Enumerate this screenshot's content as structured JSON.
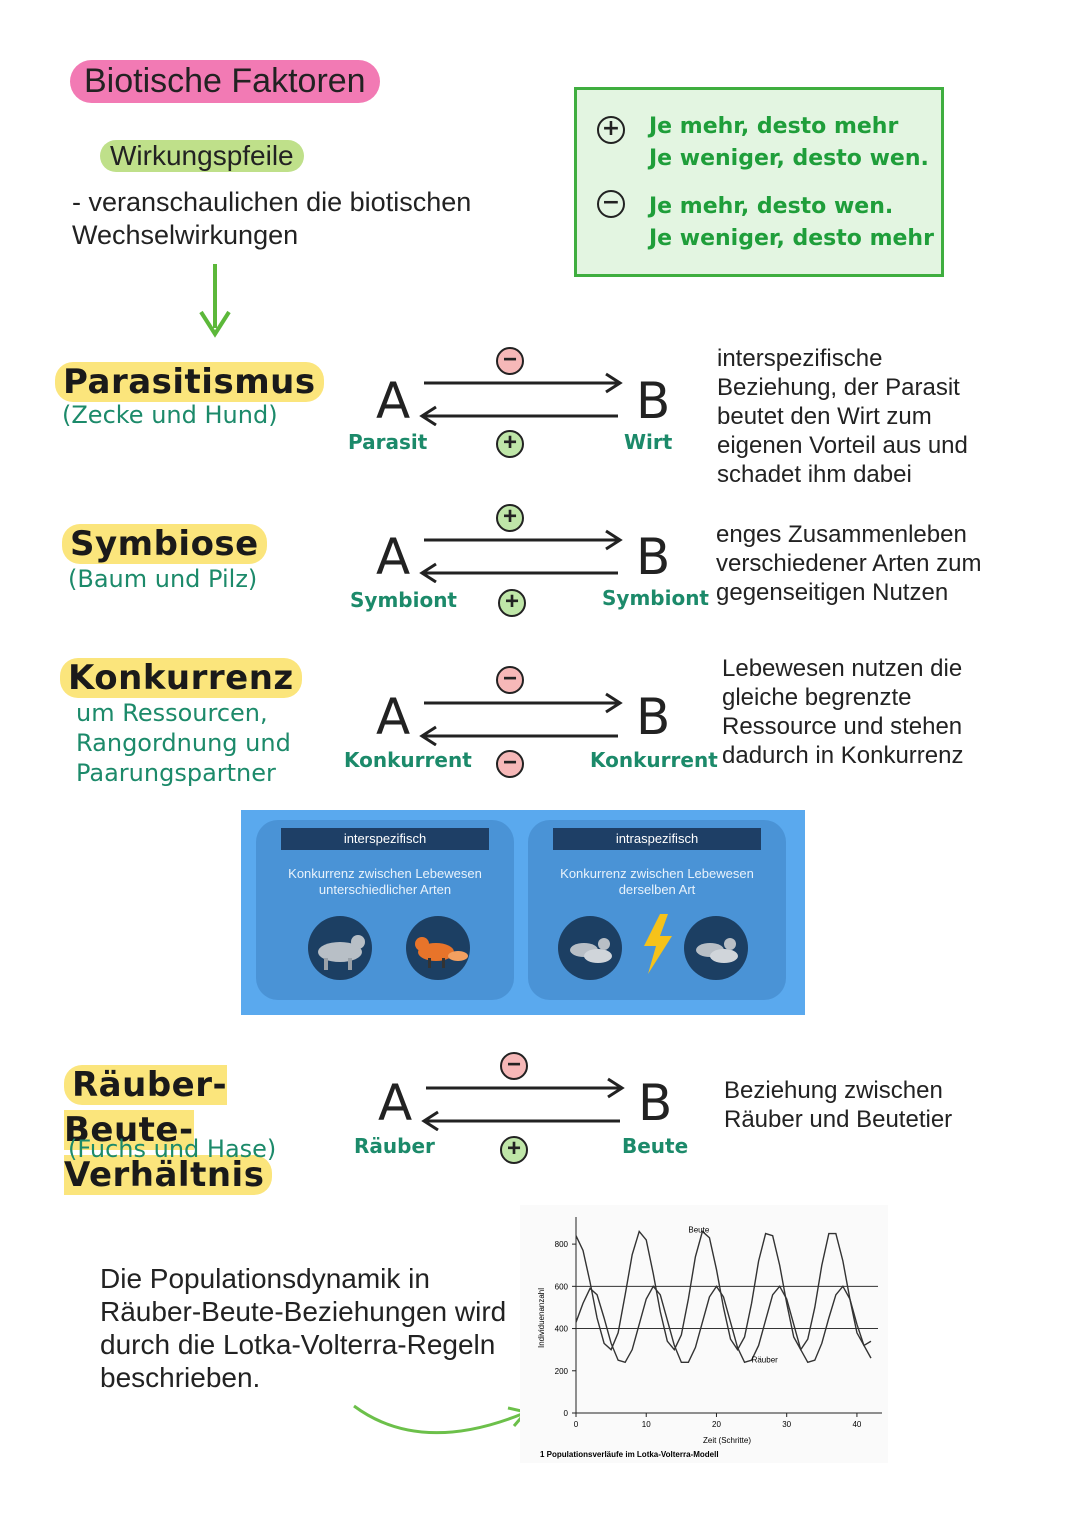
{
  "header": {
    "title": "Biotische Faktoren",
    "subtitle": "Wirkungspfeile",
    "intro": "- veranschaulichen die biotischen Wechselwirkungen"
  },
  "legend": {
    "plus_line1": "Je mehr, desto mehr",
    "plus_line2": "Je weniger, desto wen.",
    "minus_line1": "Je mehr, desto wen.",
    "minus_line2": "Je weniger, desto mehr"
  },
  "relations": [
    {
      "name": "Parasitismus",
      "example": "(Zecke und Hund)",
      "a_role": "Parasit",
      "b_role": "Wirt",
      "top_sign": "−",
      "bottom_sign": "+",
      "description": "interspezifische Beziehung, der Parasit beutet den Wirt zum eigenen Vorteil aus und schadet ihm dabei"
    },
    {
      "name": "Symbiose",
      "example": "(Baum und Pilz)",
      "a_role": "Symbiont",
      "b_role": "Symbiont",
      "top_sign": "+",
      "bottom_sign": "+",
      "description": "enges Zusammenleben verschiedener Arten zum gegenseitigen Nutzen"
    },
    {
      "name": "Konkurrenz",
      "example": "um Ressourcen, Rangordnung und Paarungspartner",
      "a_role": "Konkurrent",
      "b_role": "Konkurrent",
      "top_sign": "−",
      "bottom_sign": "−",
      "description": "Lebewesen nutzen die gleiche begrenzte Ressource und stehen dadurch in Konkurrenz"
    },
    {
      "name": "Räuber-Beute-Verhältnis",
      "example": "(Fuchs und Hase)",
      "a_role": "Räuber",
      "b_role": "Beute",
      "top_sign": "−",
      "bottom_sign": "+",
      "description": "Beziehung zwischen Räuber und Beutetier"
    }
  ],
  "letters": {
    "a": "A",
    "b": "B"
  },
  "competition_panel": {
    "inter_tag": "interspezifisch",
    "inter_text": "Konkurrenz zwischen Lebewesen unterschiedlicher Arten",
    "intra_tag": "intraspezifisch",
    "intra_text": "Konkurrenz zwischen Lebewesen derselben Art"
  },
  "bottom_text": "Die Populationsdynamik in Räuber-Beute-Beziehungen wird durch die Lotka-Volterra-Regeln beschrieben.",
  "chart_data": {
    "type": "line",
    "title": "",
    "xlabel": "Zeit (Schritte)",
    "ylabel": "Individuenanzahl",
    "caption": "1 Populationsverläufe im Lotka-Volterra-Modell",
    "xlim": [
      0,
      43
    ],
    "ylim": [
      0,
      900
    ],
    "xticks": [
      "0",
      "10",
      "20",
      "30",
      "40"
    ],
    "yticks": [
      "0",
      "200",
      "400",
      "600",
      "800"
    ],
    "mean_lines": [
      600,
      400
    ],
    "series": [
      {
        "name": "Beute",
        "x": [
          0,
          1,
          2,
          3,
          4,
          5,
          6,
          7,
          8,
          9,
          10,
          11,
          12,
          13,
          14,
          15,
          16,
          17,
          18,
          19,
          20,
          21,
          22,
          23,
          24,
          25,
          26,
          27,
          28,
          29,
          30,
          31,
          32,
          33,
          34,
          35,
          36,
          37,
          38,
          39,
          40,
          41,
          42
        ],
        "values": [
          840,
          770,
          620,
          450,
          330,
          300,
          380,
          560,
          750,
          860,
          820,
          660,
          480,
          340,
          300,
          370,
          540,
          740,
          860,
          830,
          680,
          500,
          350,
          300,
          360,
          520,
          720,
          850,
          840,
          700,
          520,
          360,
          300,
          350,
          500,
          700,
          850,
          850,
          720,
          540,
          380,
          320,
          340
        ]
      },
      {
        "name": "Räuber",
        "x": [
          0,
          1,
          2,
          3,
          4,
          5,
          6,
          7,
          8,
          9,
          10,
          11,
          12,
          13,
          14,
          15,
          16,
          17,
          18,
          19,
          20,
          21,
          22,
          23,
          24,
          25,
          26,
          27,
          28,
          29,
          30,
          31,
          32,
          33,
          34,
          35,
          36,
          37,
          38,
          39,
          40,
          41,
          42
        ],
        "values": [
          430,
          520,
          590,
          560,
          450,
          330,
          250,
          240,
          300,
          420,
          540,
          600,
          560,
          440,
          320,
          240,
          240,
          310,
          430,
          550,
          600,
          550,
          430,
          310,
          240,
          250,
          320,
          440,
          560,
          600,
          540,
          420,
          300,
          240,
          250,
          330,
          450,
          560,
          600,
          540,
          420,
          320,
          260
        ]
      }
    ]
  }
}
